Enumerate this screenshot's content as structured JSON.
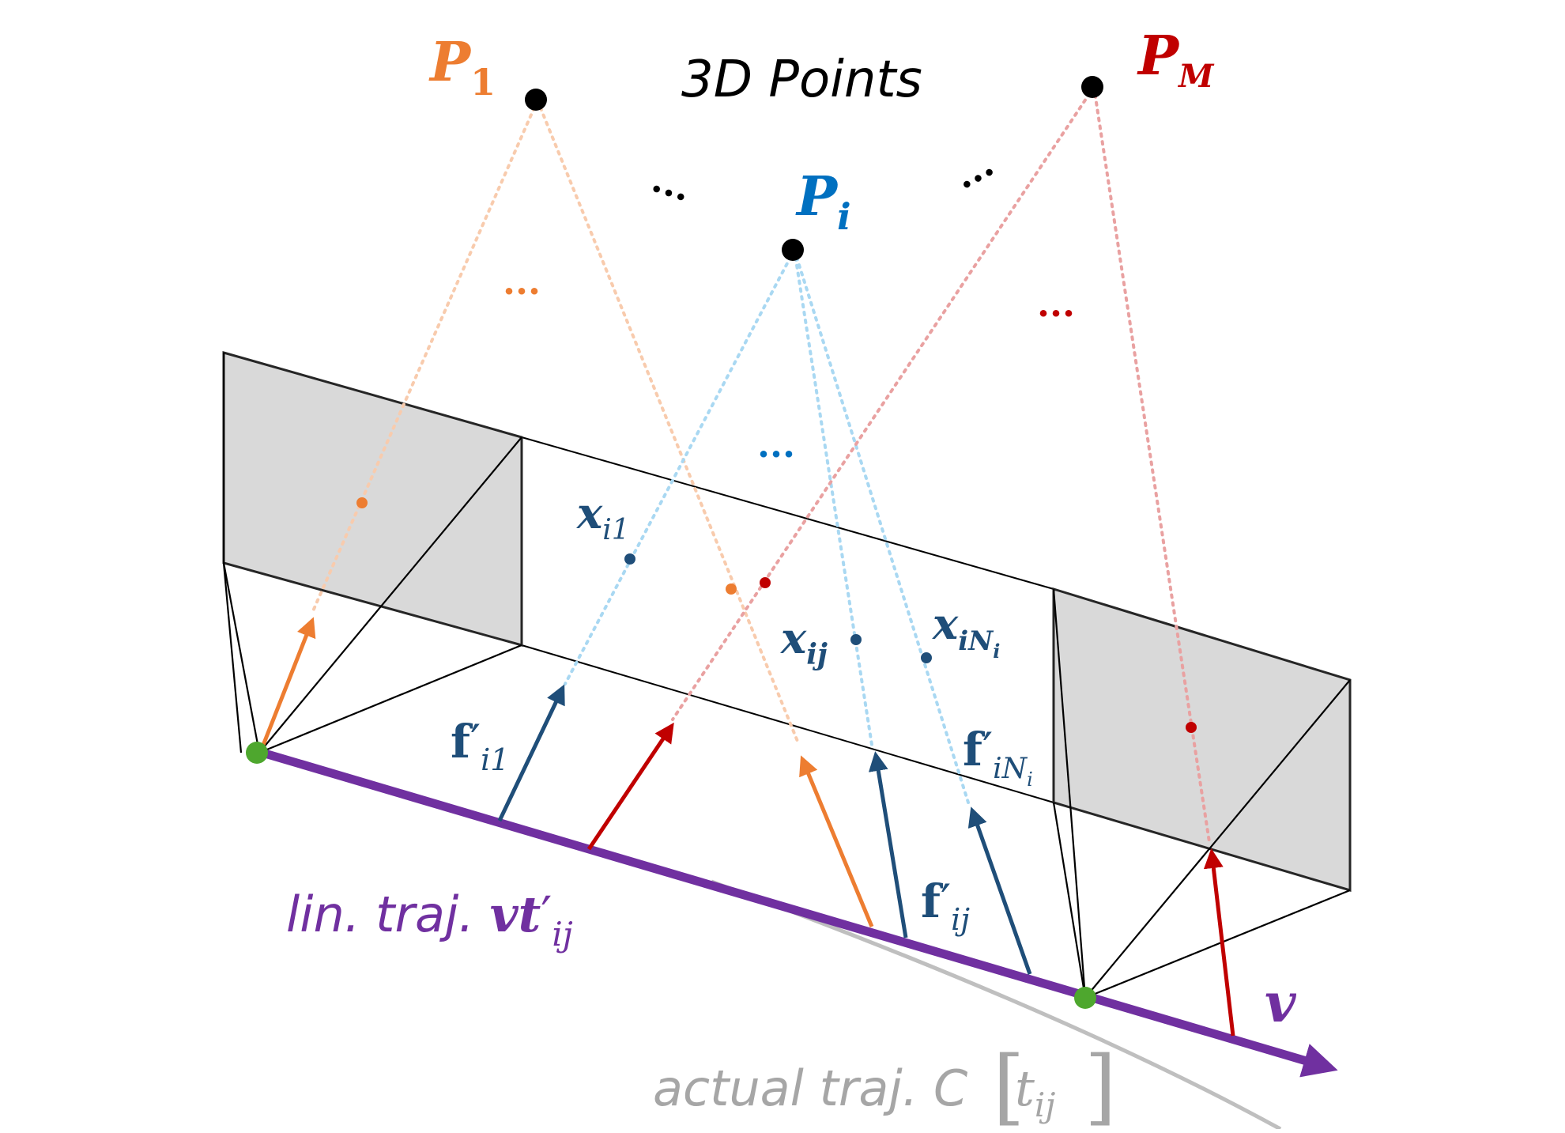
{
  "title": "3D Points",
  "colors": {
    "p1": "#ED7D31",
    "pi": "#0070C0",
    "pm": "#C00000",
    "feature": "#1F4E79",
    "lin_traj": "#7030A0",
    "actual_traj": "#A6A6A6",
    "camera_center": "#4EA72E",
    "image_plane": "#D9D9D9",
    "frame": "#000000"
  },
  "points": {
    "p1": {
      "base": "P",
      "sub": "1"
    },
    "pi": {
      "base": "P",
      "sub": "i"
    },
    "pm": {
      "base": "P",
      "sub": "M"
    }
  },
  "ellipsis": "...",
  "observations": {
    "x_i1": {
      "base": "x",
      "sub": "i1"
    },
    "x_ij": {
      "base": "x",
      "sub": "ij"
    },
    "x_iNi": {
      "base": "x",
      "sub": "iN",
      "subsub": "i"
    }
  },
  "bearings": {
    "f_i1": {
      "base": "f",
      "prime": "′",
      "sub": "i1"
    },
    "f_ij": {
      "base": "f",
      "prime": "′",
      "sub": "ij"
    },
    "f_iNi": {
      "base": "f",
      "prime": "′",
      "sub": "iN",
      "subsub": "i"
    }
  },
  "lin_traj": {
    "text": "lin. traj. ",
    "math": "vt",
    "prime": "′",
    "sub": "ij"
  },
  "velocity": {
    "text": "v"
  },
  "actual_traj": {
    "text": "actual traj. C",
    "sub": "ij",
    "base": "t"
  }
}
